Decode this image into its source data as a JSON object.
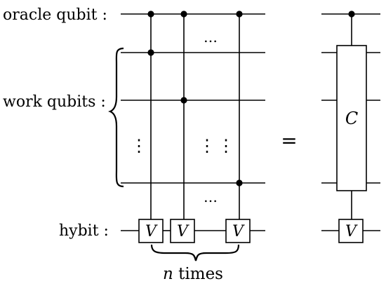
{
  "labels": {
    "oracle": "oracle qubit :",
    "work": "work qubits :",
    "hybit": "hybit :"
  },
  "gate_letter": "V",
  "composite_letter": "C",
  "equals": "=",
  "ellipsis_h": "…",
  "ellipsis_v": "⋮",
  "times_label": {
    "var": "n",
    "text": " times"
  },
  "colors": {
    "ink": "#000000",
    "background": "#ffffff"
  }
}
